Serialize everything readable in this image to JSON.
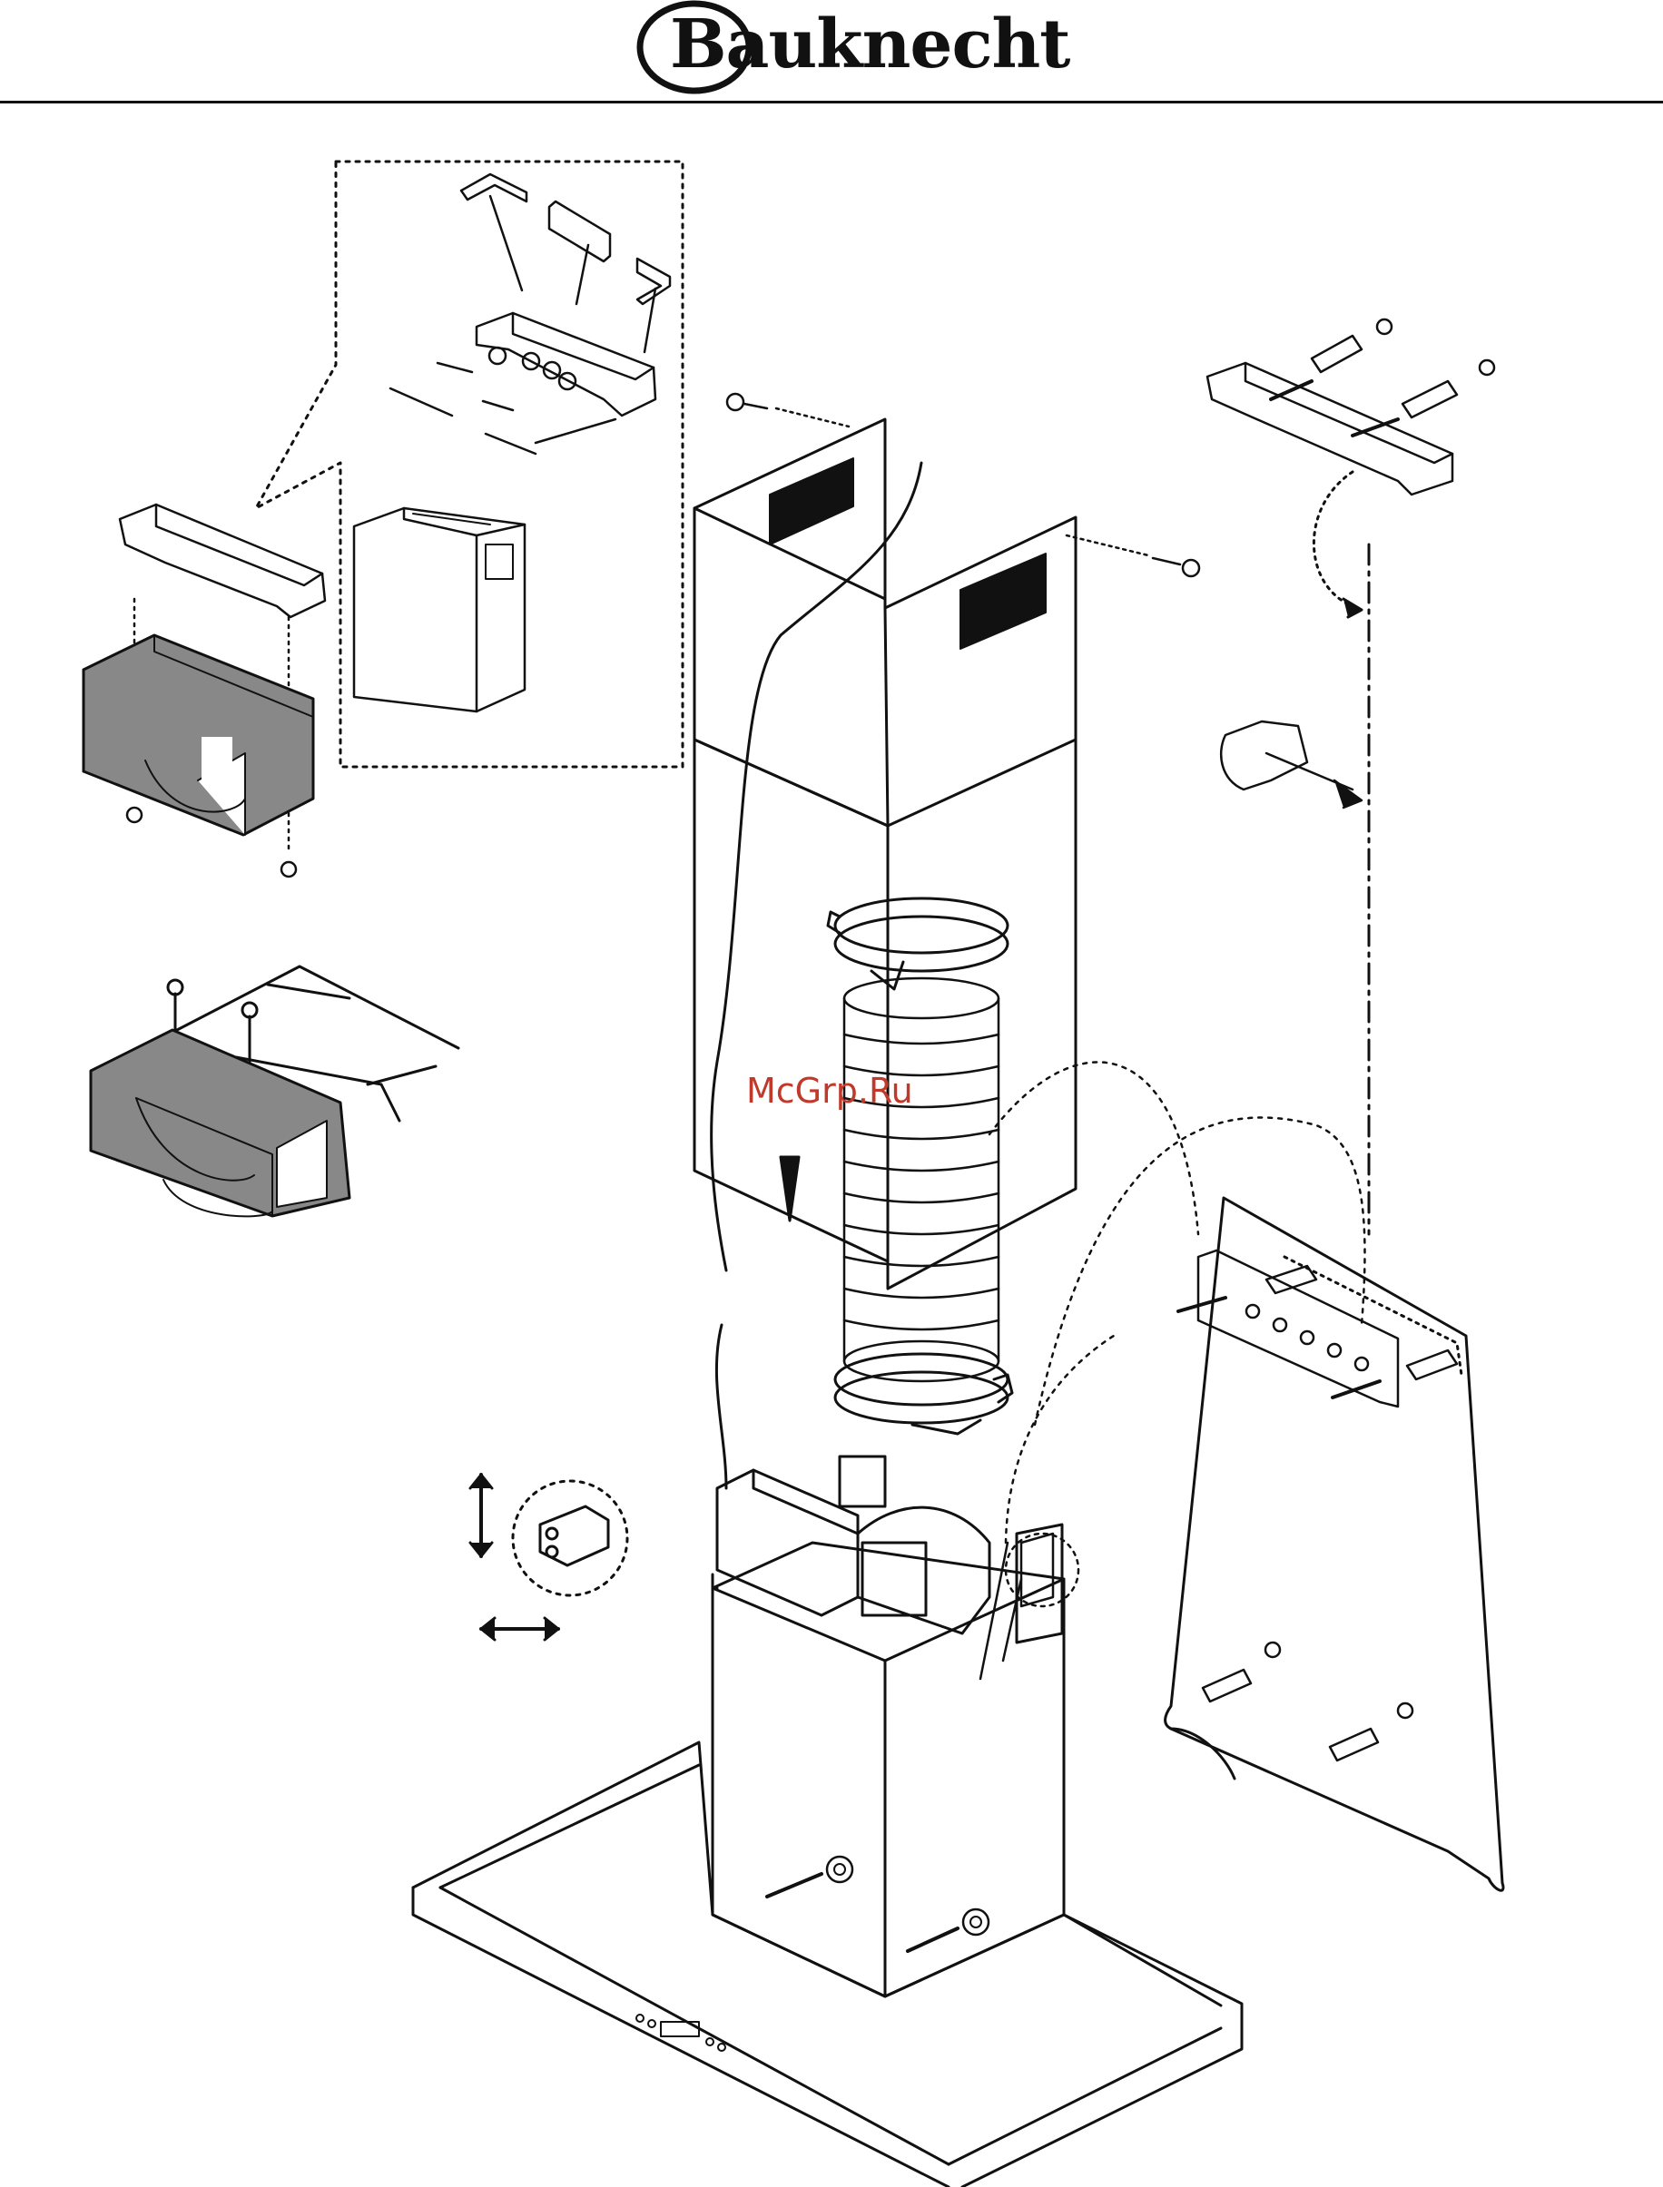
{
  "header": {
    "brand_name": "Bauknecht",
    "rule_color": "#111111"
  },
  "watermark": {
    "text": "McGrp.Ru",
    "color": "#c0392b"
  },
  "diagram": {
    "type": "exploded-installation-view",
    "subject": "island cooker hood",
    "line_color": "#111111",
    "fill_light": "#ffffff",
    "fill_grey": "#888888",
    "components": [
      "chimney-upper-section",
      "chimney-lower-section",
      "flexible-duct",
      "hose-clamp-top",
      "hose-clamp-bottom",
      "motor-unit",
      "hood-canopy",
      "control-panel",
      "ceiling-bracket",
      "wall-bracket",
      "wall-panel",
      "wall-plugs",
      "screws",
      "air-diverter",
      "filter-box",
      "drilling-template-marker",
      "plumb-line"
    ]
  }
}
